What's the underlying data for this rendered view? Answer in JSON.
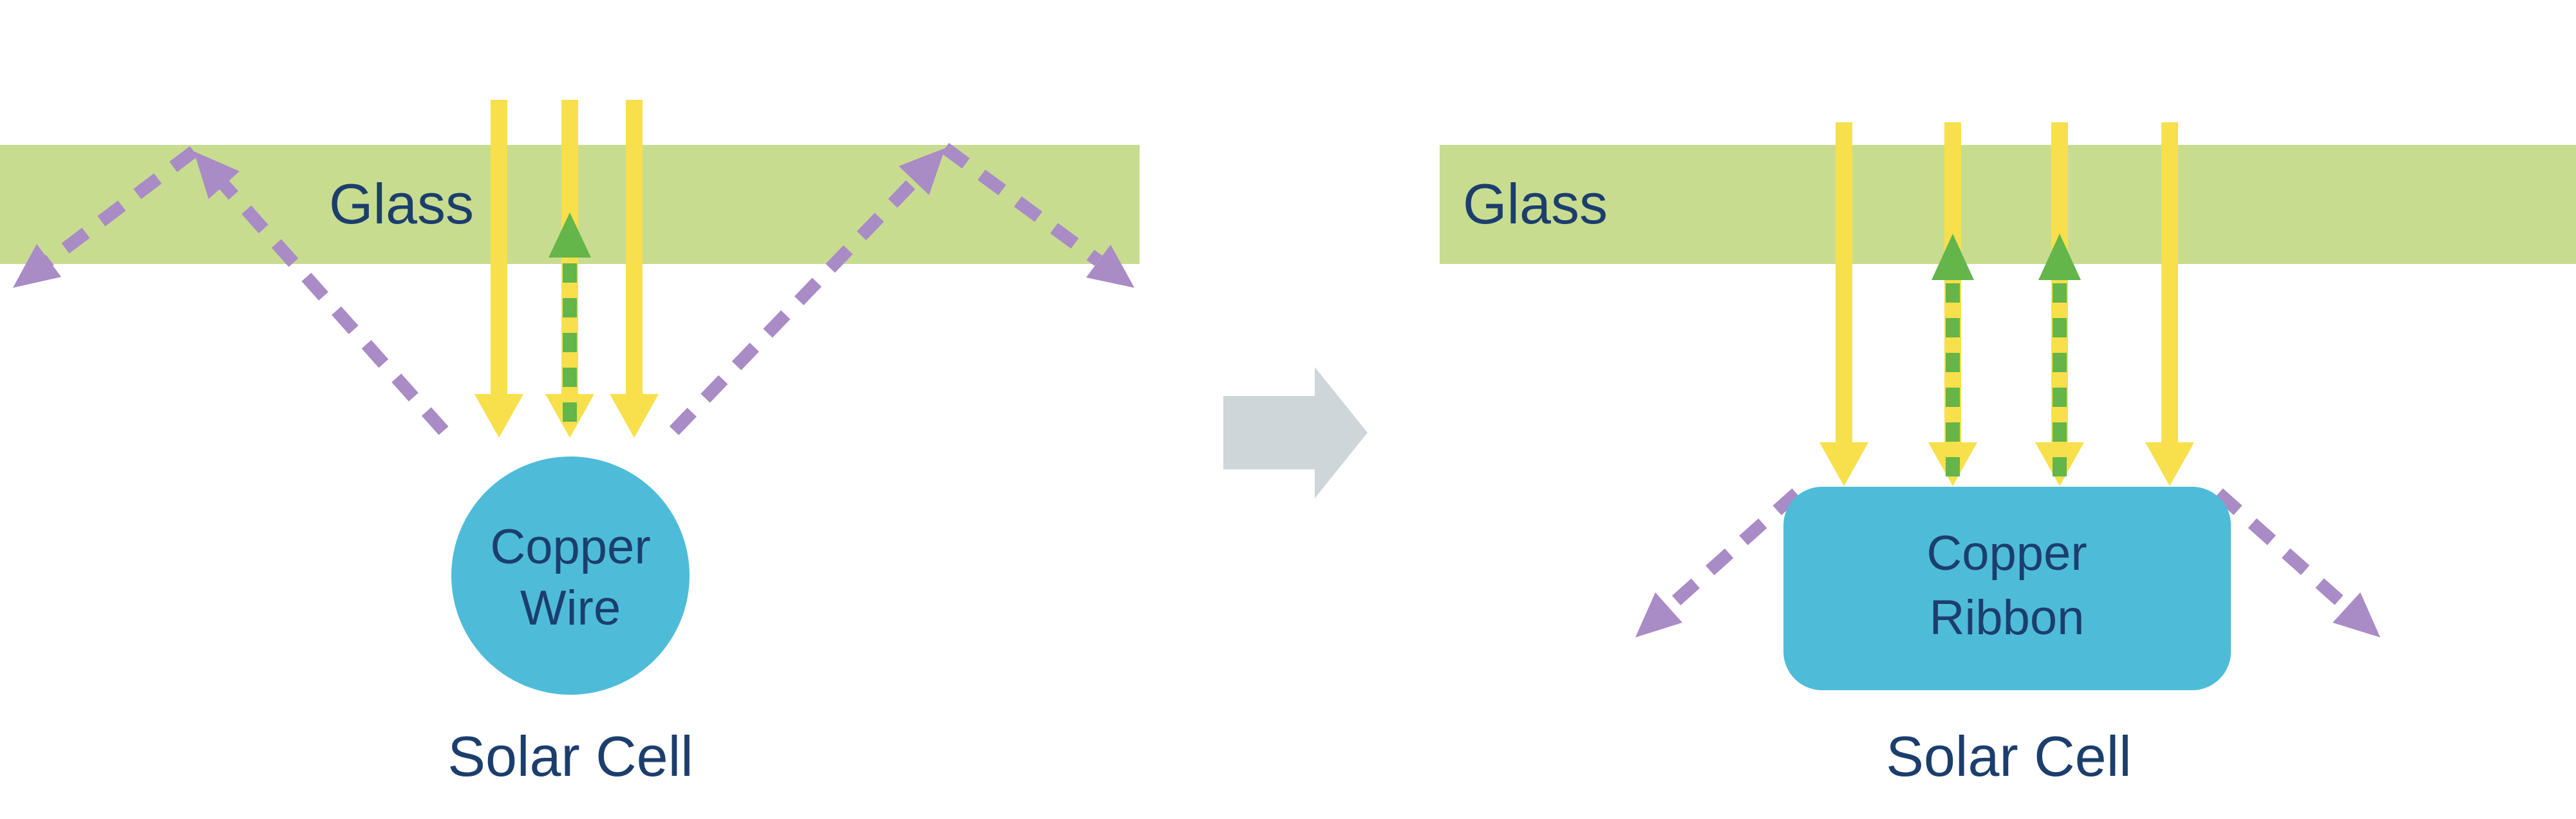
{
  "diagram": {
    "left": {
      "glass_label": "Glass",
      "component_label_line1": "Copper",
      "component_label_line2": "Wire",
      "cell_label": "Solar Cell"
    },
    "right": {
      "glass_label": "Glass",
      "component_label_line1": "Copper",
      "component_label_line2": "Ribbon",
      "cell_label": "Solar Cell"
    },
    "icons": {
      "incident_light": "yellow-down-arrow",
      "reflected_light": "green-dashed-up-arrow",
      "scattered_light": "purple-dashed-arrow",
      "transition": "gray-right-block-arrow"
    }
  },
  "colors": {
    "glass_green": "#c8dc90",
    "sunlight_yellow": "#f7e04c",
    "reflected_green": "#64b54a",
    "scattered_purple": "#a98bc6",
    "copper_blue": "#4ebcd9",
    "label_navy": "#1c3e6d",
    "transition_gray": "#cfd6d9",
    "background": "#ffffff"
  }
}
